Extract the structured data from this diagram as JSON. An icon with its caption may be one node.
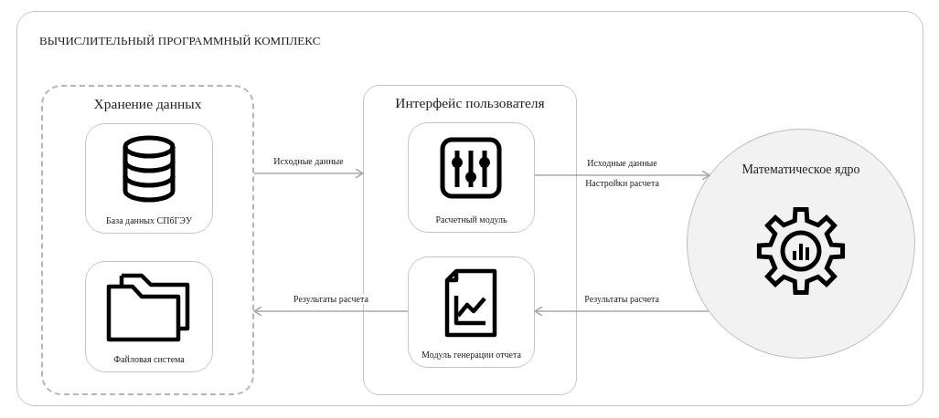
{
  "diagram": {
    "nodes": [
      {
        "text": [
          "ВЫЧИСЛИТЕЛЬНЫЙ ПРОГРАММНЫЙ КОМПЛЕКС"
        ]
      },
      {
        "text": [
          "Хранение данных"
        ],
        "in": 0
      },
      {
        "text": [
          "База данных СПбГЭУ"
        ],
        "in": 1
      },
      {
        "text": [
          "Файловая система"
        ],
        "in": 1
      },
      {
        "text": [
          "Интерфейс пользователя"
        ],
        "in": 0
      },
      {
        "text": [
          "Расчетный модуль"
        ],
        "in": 4
      },
      {
        "text": [
          "Модуль генерации отчета"
        ],
        "in": 4
      },
      {
        "text": [
          "Математическое ядро"
        ],
        "in": 0
      }
    ],
    "edges": [
      {
        "from": 1,
        "to": 4,
        "arrow": "to",
        "label": "Исходные данные"
      },
      {
        "from": 5,
        "to": 7,
        "arrow": "to",
        "label": "Исходные данные"
      },
      {
        "from": 7,
        "to": 6,
        "arrow": "to",
        "label": "Результаты расчета"
      },
      {
        "from": 6,
        "to": 1,
        "arrow": "to",
        "label": "Результаты расчета"
      }
    ],
    "labels": [
      "Настройки расчета"
    ]
  }
}
